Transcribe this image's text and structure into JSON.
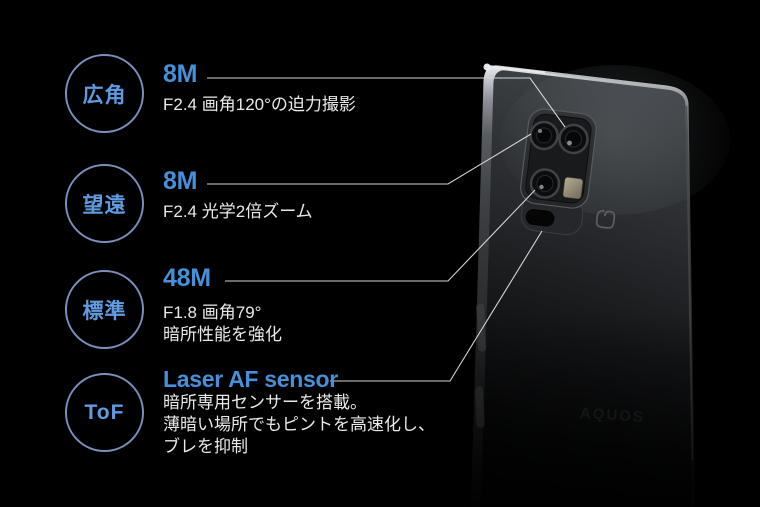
{
  "page": {
    "background": "#000000",
    "description_of_scene": "Smartphone rear quad-camera feature infographic"
  },
  "colors": {
    "accent_blue": "#4590d9",
    "badge_border": "#7b8fbc",
    "badge_text": "#5f9be0",
    "body_text": "#e9e9e9",
    "leader_line": "#d2d4d6",
    "background": "#000000"
  },
  "features": [
    {
      "badge": "広角",
      "title": "8M",
      "desc": [
        "F2.4 画角120°の迫力撮影"
      ]
    },
    {
      "badge": "望遠",
      "title": "8M",
      "desc": [
        "F2.4 光学2倍ズーム"
      ]
    },
    {
      "badge": "標準",
      "title": "48M",
      "desc": [
        "F1.8 画角79°",
        "暗所性能を強化"
      ]
    },
    {
      "badge": "ToF",
      "title": "Laser AF sensor",
      "desc": [
        "暗所専用センサーを搭載。",
        "薄暗い場所でもピントを高速化し、",
        "ブレを抑制"
      ]
    }
  ],
  "phone": {
    "brand": "AQUOS",
    "icons": {
      "felica": "felica-contactless-mark"
    },
    "camera_parts": [
      "wide-lens",
      "telephoto-lens",
      "standard-lens",
      "flash-led",
      "laser-af-sensor"
    ]
  }
}
